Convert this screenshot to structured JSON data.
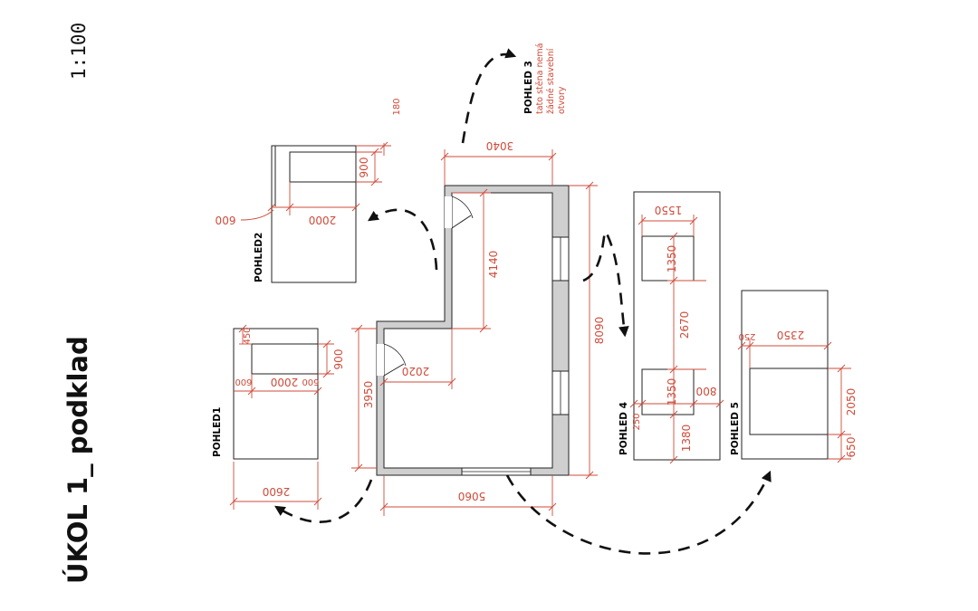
{
  "title": "ÚKOL 1_ podklad",
  "scale": "1:100",
  "colors": {
    "dimension": "#cf4b3a",
    "wall": "#cfcfcf",
    "outline": "#222222",
    "text": "#111111"
  },
  "floorplan": {
    "dims": {
      "top_width": "3040",
      "right_height": "8090",
      "bottom_width": "5060",
      "left_height": "3950",
      "inner_height": "4140",
      "step_width": "2020"
    }
  },
  "views": {
    "pohled1": {
      "label": "POHLED1",
      "dims": {
        "width": "2600",
        "window_width": "2000",
        "left": "600",
        "right": "600",
        "window_height": "900",
        "top_offset": "450"
      }
    },
    "pohled2": {
      "label": "POHLED2",
      "dims": {
        "window_width": "2000",
        "side": "600",
        "window_height": "900",
        "top_offset": "180"
      }
    },
    "pohled3": {
      "label": "POHLED 3",
      "note_lines": [
        "tato stěna nemá",
        "žádné stavební",
        "otvory"
      ]
    },
    "pohled4": {
      "label": "POHLED 4",
      "dims": {
        "width": "1550",
        "win1_height": "1350",
        "gap": "2670",
        "win2_height": "1350",
        "bottom": "1380",
        "left": "250",
        "right": "800"
      }
    },
    "pohled5": {
      "label": "POHLED 5",
      "dims": {
        "width": "2350",
        "left": "250",
        "height": "2050",
        "sill": "650"
      }
    }
  }
}
